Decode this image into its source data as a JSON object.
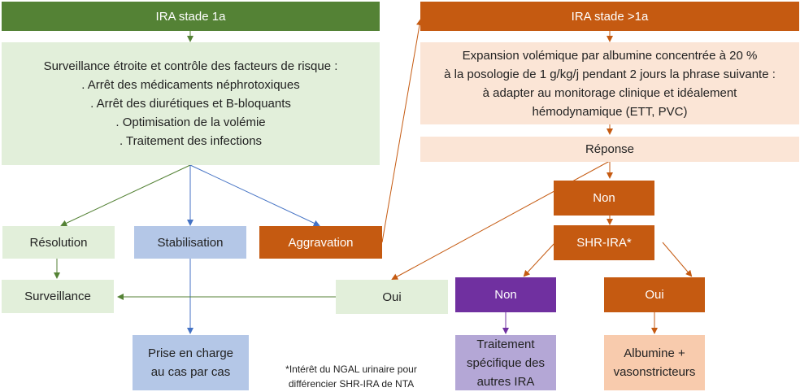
{
  "left_branch": {
    "header": "IRA stade 1a",
    "measures": {
      "title": "Surveillance étroite et contrôle des facteurs de risque :",
      "items": [
        ". Arrêt des médicaments néphrotoxiques",
        ". Arrêt des diurétiques et B-bloquants",
        ". Optimisation de la volémie",
        ". Traitement des infections"
      ]
    },
    "outcomes": {
      "resolution": "Résolution",
      "stabilisation": "Stabilisation",
      "aggravation": "Aggravation"
    },
    "surveillance": "Surveillance",
    "case_by_case": [
      "Prise en charge",
      "au cas par cas"
    ]
  },
  "right_branch": {
    "header": "IRA stade >1a",
    "expansion": [
      "Expansion volémique par albumine concentrée à 20 %",
      "à la posologie de 1 g/kg/j pendant 2 jours la phrase suivante :",
      "à adapter au monitorage clinique et idéalement",
      "hémodynamique (ETT, PVC)"
    ],
    "response": "Réponse",
    "response_no": "Non",
    "response_yes": "Oui",
    "shr_ira": "SHR-IRA*",
    "shr_no": "Non",
    "shr_yes": "Oui",
    "other_treatment": [
      "Traitement",
      "spécifique des",
      "autres IRA"
    ],
    "albumin_vaso": [
      "Albumine +",
      "vasonstricteurs"
    ]
  },
  "footnote": [
    "*Intérêt du NGAL urinaire pour",
    "différencier SHR-IRA de NTA"
  ],
  "colors": {
    "green_dark": "#548235",
    "green_light": "#e2efda",
    "orange_dark": "#c55a11",
    "orange_light": "#fbe5d6",
    "peach": "#f8cbad",
    "blue_light": "#b4c7e7",
    "purple": "#7030a0",
    "purple_light": "#b4a7d6"
  }
}
